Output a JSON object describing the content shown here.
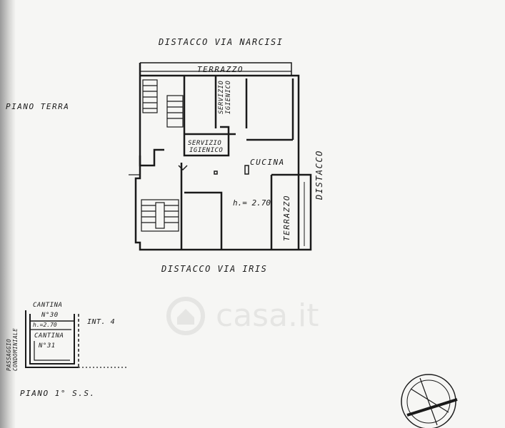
{
  "labels": {
    "north": "DISTACCO VIA NARCISI",
    "south": "DISTACCO VIA IRIS",
    "east": "DISTACCO",
    "floor_ground": "PIANO TERRA",
    "terrace_top": "TERRAZZO",
    "terrace_right": "TERRAZZO",
    "bath1_line1": "SERVIZIO",
    "bath1_line2": "IGIENICO",
    "bath2_line1": "SERVIZIO",
    "bath2_line2": "IGIENICO",
    "kitchen": "CUCINA",
    "height": "h.= 2.70",
    "cellar_title": "CANTINA",
    "cellar_n30": "N°30",
    "cellar_height": "h.=2.70",
    "cellar2_title": "CANTINA",
    "cellar_n31": "N°31",
    "passage": "PASSAGGIO CONDOMINIALE",
    "interior": "INT. 4",
    "floor_basement": "PIANO 1° S.S."
  },
  "watermark": {
    "text": "casa.it",
    "icon": "casa-house-icon"
  },
  "colors": {
    "line": "#1a1a1a",
    "paper": "#f6f6f4",
    "watermark": "#9a9a9a"
  }
}
